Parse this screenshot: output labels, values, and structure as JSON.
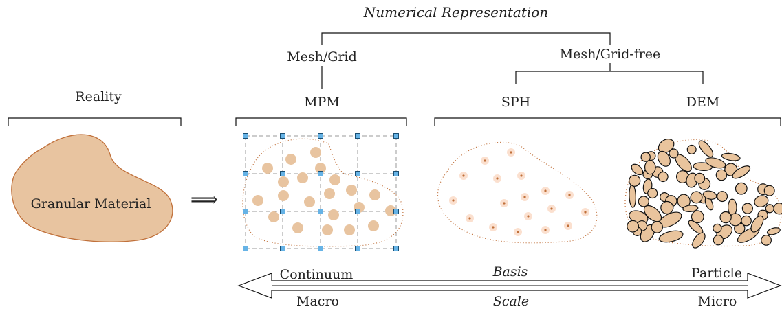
{
  "title": "Numerical Representation",
  "branches": {
    "mesh": "Mesh/Grid",
    "meshfree": "Mesh/Grid-free"
  },
  "methods": {
    "mpm": "MPM",
    "sph": "SPH",
    "dem": "DEM"
  },
  "reality": {
    "label": "Reality",
    "material": "Granular Material"
  },
  "implies": "⟹",
  "basis": {
    "label": "Basis",
    "left": "Continuum",
    "right": "Particle"
  },
  "scale": {
    "label": "Scale",
    "left": "Macro",
    "right": "Micro"
  },
  "colors": {
    "material_fill": "#e8c4a0",
    "material_stroke": "#c0703a",
    "grid_node": "#66b3e6",
    "grid_line": "#999999"
  }
}
